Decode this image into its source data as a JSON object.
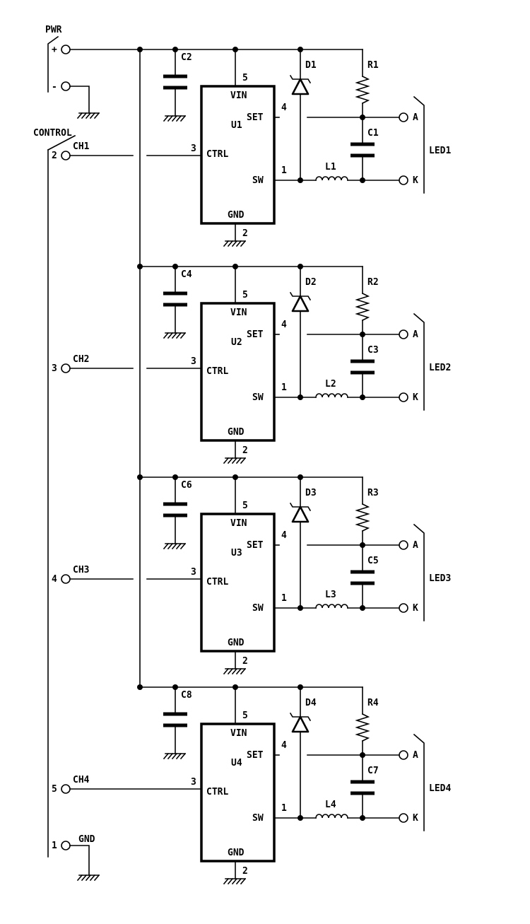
{
  "header": {
    "pwr_label": "PWR",
    "pwr_plus": "+",
    "pwr_minus": "-",
    "control_label": "CONTROL",
    "gnd_label": "GND",
    "gnd_pin": "1"
  },
  "pins": {
    "vin": "VIN",
    "set": "SET",
    "ctrl": "CTRL",
    "sw": "SW",
    "gnd": "GND",
    "n_vin": "5",
    "n_set": "4",
    "n_ctrl": "3",
    "n_sw": "1",
    "n_gnd": "2",
    "anode": "A",
    "cathode": "K"
  },
  "channels": [
    {
      "ctrl_pin": "2",
      "ch": "CH1",
      "u": "U1",
      "d": "D1",
      "r": "R1",
      "l": "L1",
      "c_in": "C2",
      "c_out": "C1",
      "led": "LED1"
    },
    {
      "ctrl_pin": "3",
      "ch": "CH2",
      "u": "U2",
      "d": "D2",
      "r": "R2",
      "l": "L2",
      "c_in": "C4",
      "c_out": "C3",
      "led": "LED2"
    },
    {
      "ctrl_pin": "4",
      "ch": "CH3",
      "u": "U3",
      "d": "D3",
      "r": "R3",
      "l": "L3",
      "c_in": "C6",
      "c_out": "C5",
      "led": "LED3"
    },
    {
      "ctrl_pin": "5",
      "ch": "CH4",
      "u": "U4",
      "d": "D4",
      "r": "R4",
      "l": "L4",
      "c_in": "C8",
      "c_out": "C7",
      "led": "LED4"
    }
  ]
}
